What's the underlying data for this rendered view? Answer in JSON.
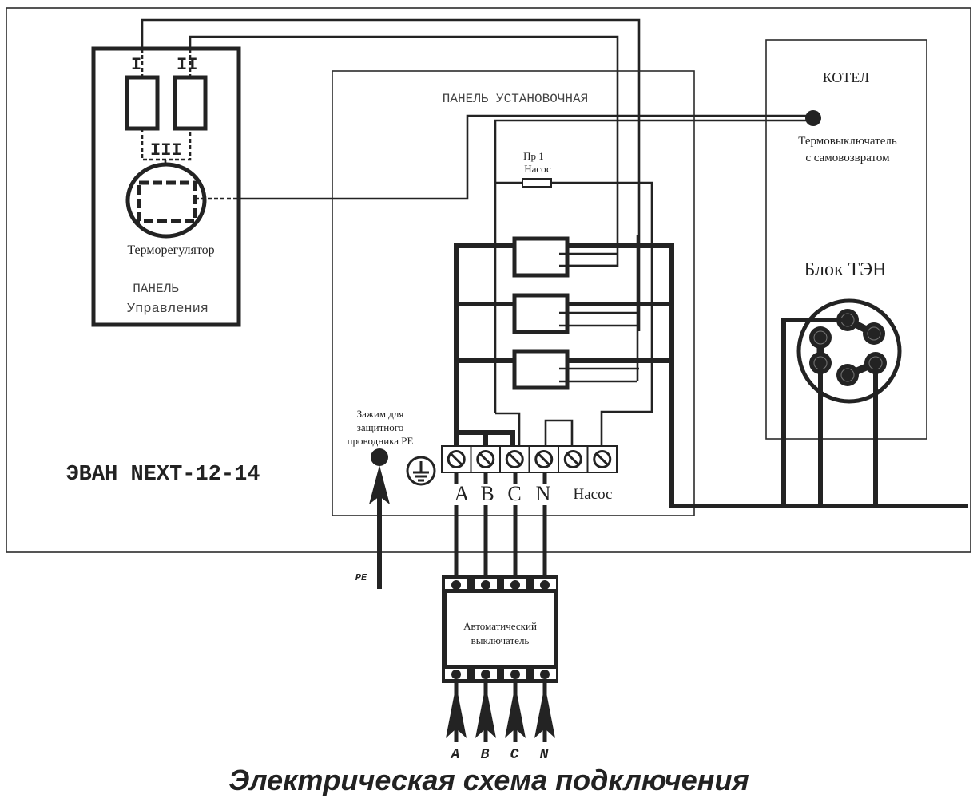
{
  "diagram": {
    "title": "Электрическая схема подключения",
    "model": "ЭВАН NEXT-12-14",
    "control_panel": {
      "label_line1": "ПАНЕЛЬ",
      "label_line2": "Управления",
      "thermoregulator_label": "Терморегулятор",
      "stage_labels": [
        "I",
        "II",
        "III"
      ]
    },
    "mounting_panel": {
      "label": "ПАНЕЛЬ УСТАНОВОЧНАЯ",
      "fuse_label_line1": "Пр 1",
      "fuse_label_line2": "Насос",
      "contactor_count": 3,
      "pe_clamp_line1": "Зажим для",
      "pe_clamp_line2": "защитного",
      "pe_clamp_line3": "проводника PE",
      "terminal_labels": [
        "A",
        "B",
        "C",
        "N"
      ],
      "pump_terminal_label": "Насос",
      "terminal_count": 6
    },
    "boiler": {
      "label": "КОТЕЛ",
      "thermoswitch_line1": "Термовыключатель",
      "thermoswitch_line2": "с самовозвратом",
      "heater_block_label": "Блок ТЭН"
    },
    "breaker": {
      "label_line1": "Автоматический",
      "label_line2": "выключатель",
      "poles": 4
    },
    "pe_input_label": "PE",
    "supply_inputs": [
      "A",
      "B",
      "C",
      "N"
    ]
  }
}
